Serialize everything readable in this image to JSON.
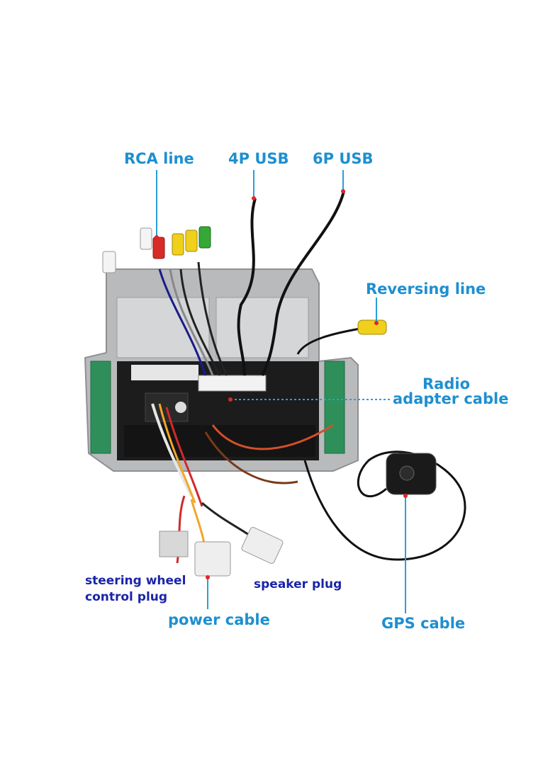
{
  "labels": {
    "rca_line": "RCA line",
    "usb_4p": "4P USB",
    "usb_6p": "6P USB",
    "reversing_line": "Reversing line",
    "radio_adapter_line1": "Radio",
    "radio_adapter_line2": "adapter cable",
    "steering_line1": "steering wheel",
    "steering_line2": "control plug",
    "speaker_plug": "speaker plug",
    "power_cable": "power cable",
    "gps_cable": "GPS cable"
  },
  "colors": {
    "label_cyan": "#1e8fd0",
    "label_navy": "#1a24a8",
    "leader_line": "#2a9fd6",
    "frame_grey": "#b8babc",
    "unit_black": "#1c1c1c"
  }
}
